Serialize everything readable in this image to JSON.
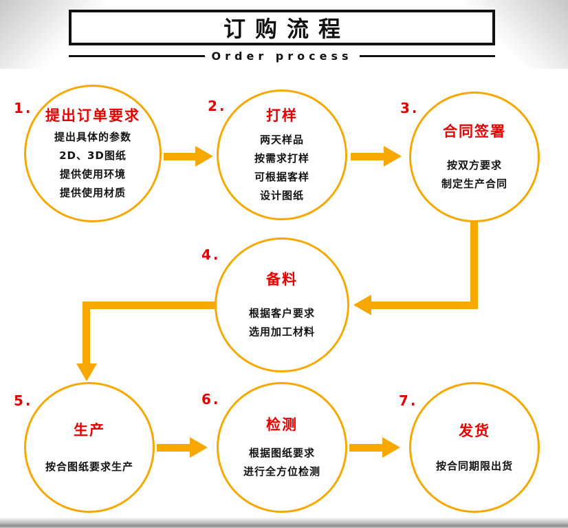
{
  "header": {
    "title": "订购流程",
    "subtitle": "Order process"
  },
  "colors": {
    "accent": "#F7A800",
    "step_red": "#E60000",
    "ink": "#111111"
  },
  "steps": [
    {
      "num": "1.",
      "title": "提出订单要求",
      "lines": [
        "提出具体的参数",
        "2D、3D图纸",
        "提供使用环境",
        "提供使用材质"
      ]
    },
    {
      "num": "2.",
      "title": "打样",
      "lines": [
        "两天样品",
        "按需求打样",
        "可根据客样",
        "设计图纸"
      ]
    },
    {
      "num": "3.",
      "title": "合同签署",
      "lines": [
        "按双方要求",
        "制定生产合同"
      ]
    },
    {
      "num": "4.",
      "title": "备料",
      "lines": [
        "根据客户要求",
        "选用加工材料"
      ]
    },
    {
      "num": "5.",
      "title": "生产",
      "lines": [
        "按合图纸要求生产"
      ]
    },
    {
      "num": "6.",
      "title": "检测",
      "lines": [
        "根据图纸要求",
        "进行全方位检测"
      ]
    },
    {
      "num": "7.",
      "title": "发货",
      "lines": [
        "按合同期限出货"
      ]
    }
  ]
}
